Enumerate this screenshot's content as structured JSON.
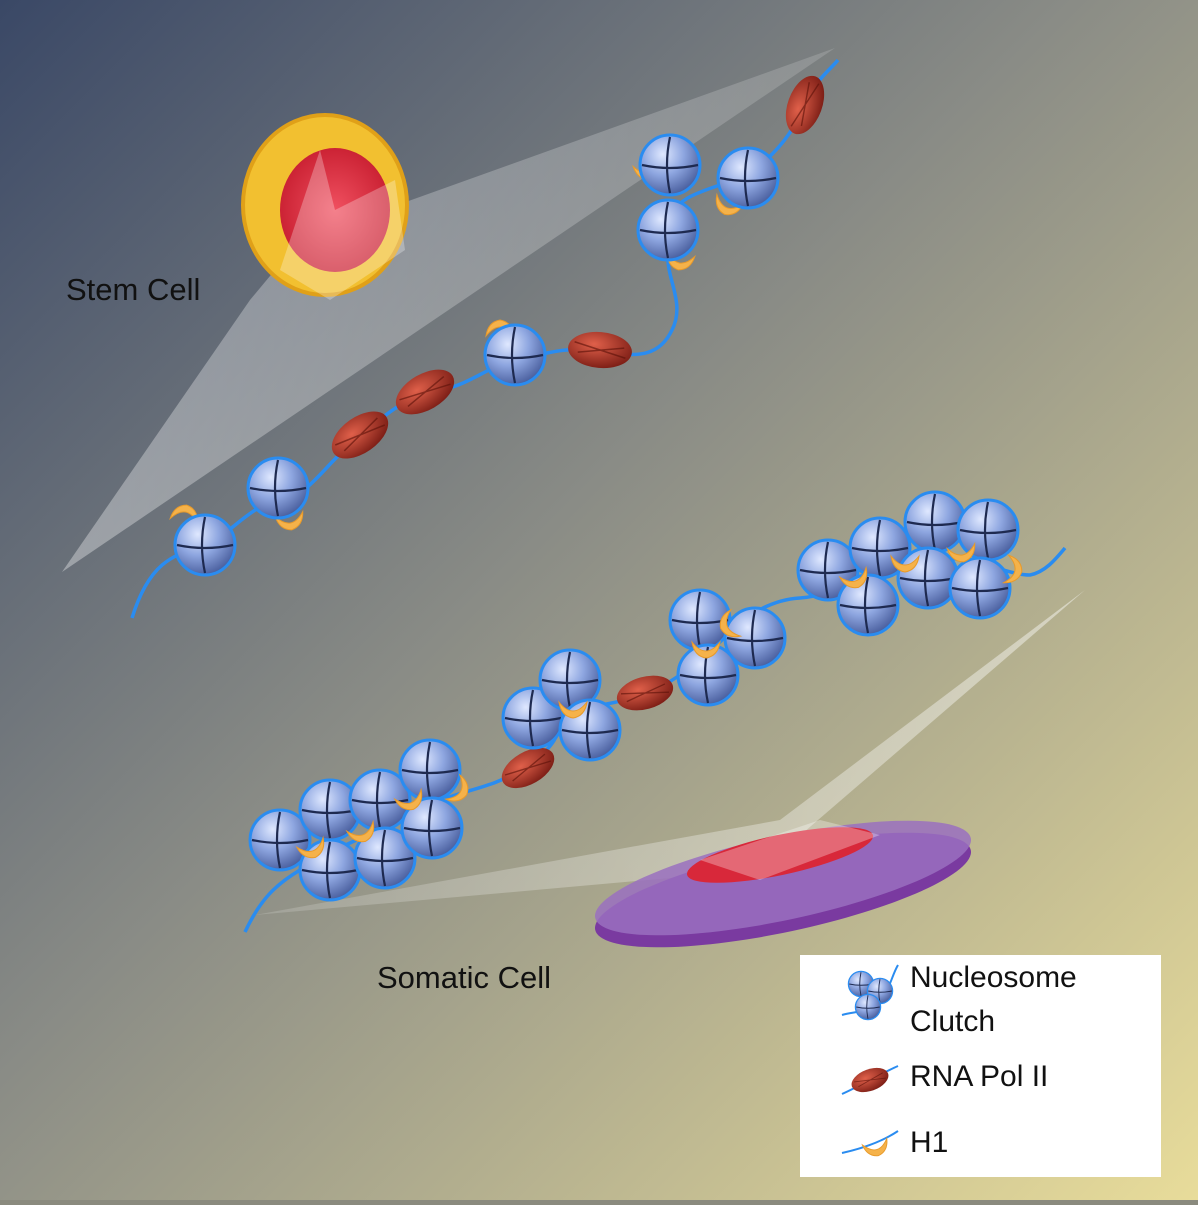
{
  "labels": {
    "stem_cell": "Stem Cell",
    "somatic_cell": "Somatic Cell"
  },
  "legend": {
    "nucleosome_line1": "Nucleosome",
    "nucleosome_line2": "Clutch",
    "rna_pol": "RNA Pol II",
    "h1": "H1"
  },
  "colors": {
    "nucleosome": "#8fa8e0",
    "dna": "#2a8cf0",
    "rna_pol": "#b83a2a",
    "h1": "#f5b24a",
    "stem_cell_outer": "#f2c030",
    "stem_cell_nucleus": "#d8283a",
    "somatic_cell": "#8a4aa8"
  }
}
